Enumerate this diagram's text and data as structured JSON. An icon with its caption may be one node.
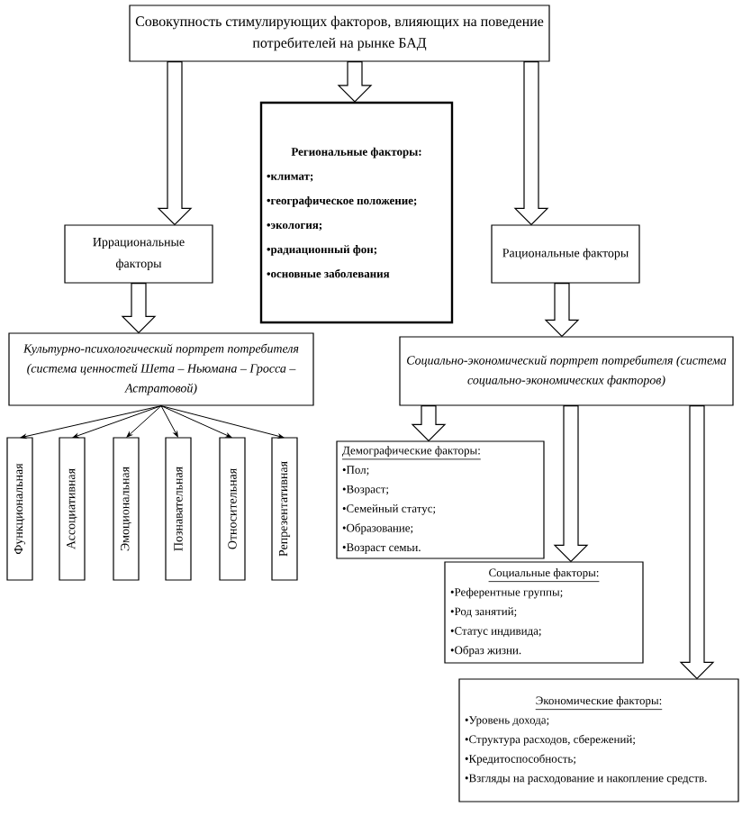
{
  "diagram": {
    "nodes": [
      {
        "text": [
          "Совокупность стимулирующих факторов, влияющих на поведение потребителей на рынке БАД"
        ]
      },
      {
        "text": [
          "Региональные факторы:",
          "•климат;",
          "•географическое положение;",
          "•экология;",
          "•радиационный фон;",
          "•основные заболевания"
        ]
      },
      {
        "text": [
          "Иррациональные факторы"
        ]
      },
      {
        "text": [
          "Рациональные факторы"
        ]
      },
      {
        "text": [
          "Культурно-психологический портрет потребителя (система ценностей Шета – Ньюмана – Гросса – Астратовой)"
        ]
      },
      {
        "text": [
          "Функциональная"
        ]
      },
      {
        "text": [
          "Ассоциативная"
        ]
      },
      {
        "text": [
          "Эмоциональная"
        ]
      },
      {
        "text": [
          "Познавательная"
        ]
      },
      {
        "text": [
          "Относительная"
        ]
      },
      {
        "text": [
          "Репрезентативная"
        ]
      },
      {
        "text": [
          "Социально-экономический портрет потребителя (система социально-экономических факторов)"
        ]
      },
      {
        "text": [
          "Демографические факторы:",
          "•Пол;",
          "•Возраст;",
          "•Семейный статус;",
          "•Образование;",
          "•Возраст семьи."
        ]
      },
      {
        "text": [
          "Социальные факторы:",
          "•Референтные группы;",
          "•Род занятий;",
          "•Статус индивида;",
          "•Образ жизни."
        ]
      },
      {
        "text": [
          "Экономические факторы:",
          "•Уровень дохода;",
          "•Структура расходов, сбережений;",
          "•Кредитоспособность;",
          "•Взгляды на расходование и накопление средств."
        ]
      }
    ],
    "edges": [
      {
        "from": 0,
        "to": 2,
        "arrow": "to",
        "style": "thick"
      },
      {
        "from": 0,
        "to": 1,
        "arrow": "to",
        "style": "thick"
      },
      {
        "from": 0,
        "to": 3,
        "arrow": "to",
        "style": "thick"
      },
      {
        "from": 2,
        "to": 4,
        "arrow": "to",
        "style": "thick"
      },
      {
        "from": 4,
        "to": 5,
        "arrow": "to"
      },
      {
        "from": 4,
        "to": 6,
        "arrow": "to"
      },
      {
        "from": 4,
        "to": 7,
        "arrow": "to"
      },
      {
        "from": 4,
        "to": 8,
        "arrow": "to"
      },
      {
        "from": 4,
        "to": 9,
        "arrow": "to"
      },
      {
        "from": 4,
        "to": 10,
        "arrow": "to"
      },
      {
        "from": 3,
        "to": 11,
        "arrow": "to",
        "style": "thick"
      },
      {
        "from": 11,
        "to": 12,
        "arrow": "to",
        "style": "thick"
      },
      {
        "from": 11,
        "to": 13,
        "arrow": "to",
        "style": "thick"
      },
      {
        "from": 11,
        "to": 14,
        "arrow": "to",
        "style": "thick"
      }
    ]
  }
}
